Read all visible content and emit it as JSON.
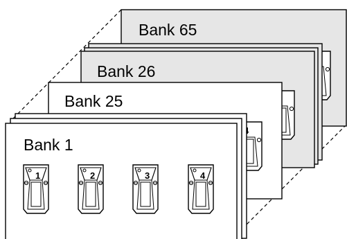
{
  "banks": {
    "back": {
      "label": "Bank 65",
      "fill": "#e6e6e6"
    },
    "upper_mid": {
      "label": "Bank 26",
      "fill": "#e6e6e6"
    },
    "lower_mid": {
      "label": "Bank 25",
      "fill": "#ffffff"
    },
    "front": {
      "label": "Bank 1",
      "fill": "#ffffff"
    }
  },
  "pedals": [
    "1",
    "2",
    "3",
    "4"
  ],
  "partial_pedal_label": "4",
  "colors": {
    "stroke": "#000000",
    "shade": "#e6e6e6",
    "paper": "#ffffff"
  }
}
